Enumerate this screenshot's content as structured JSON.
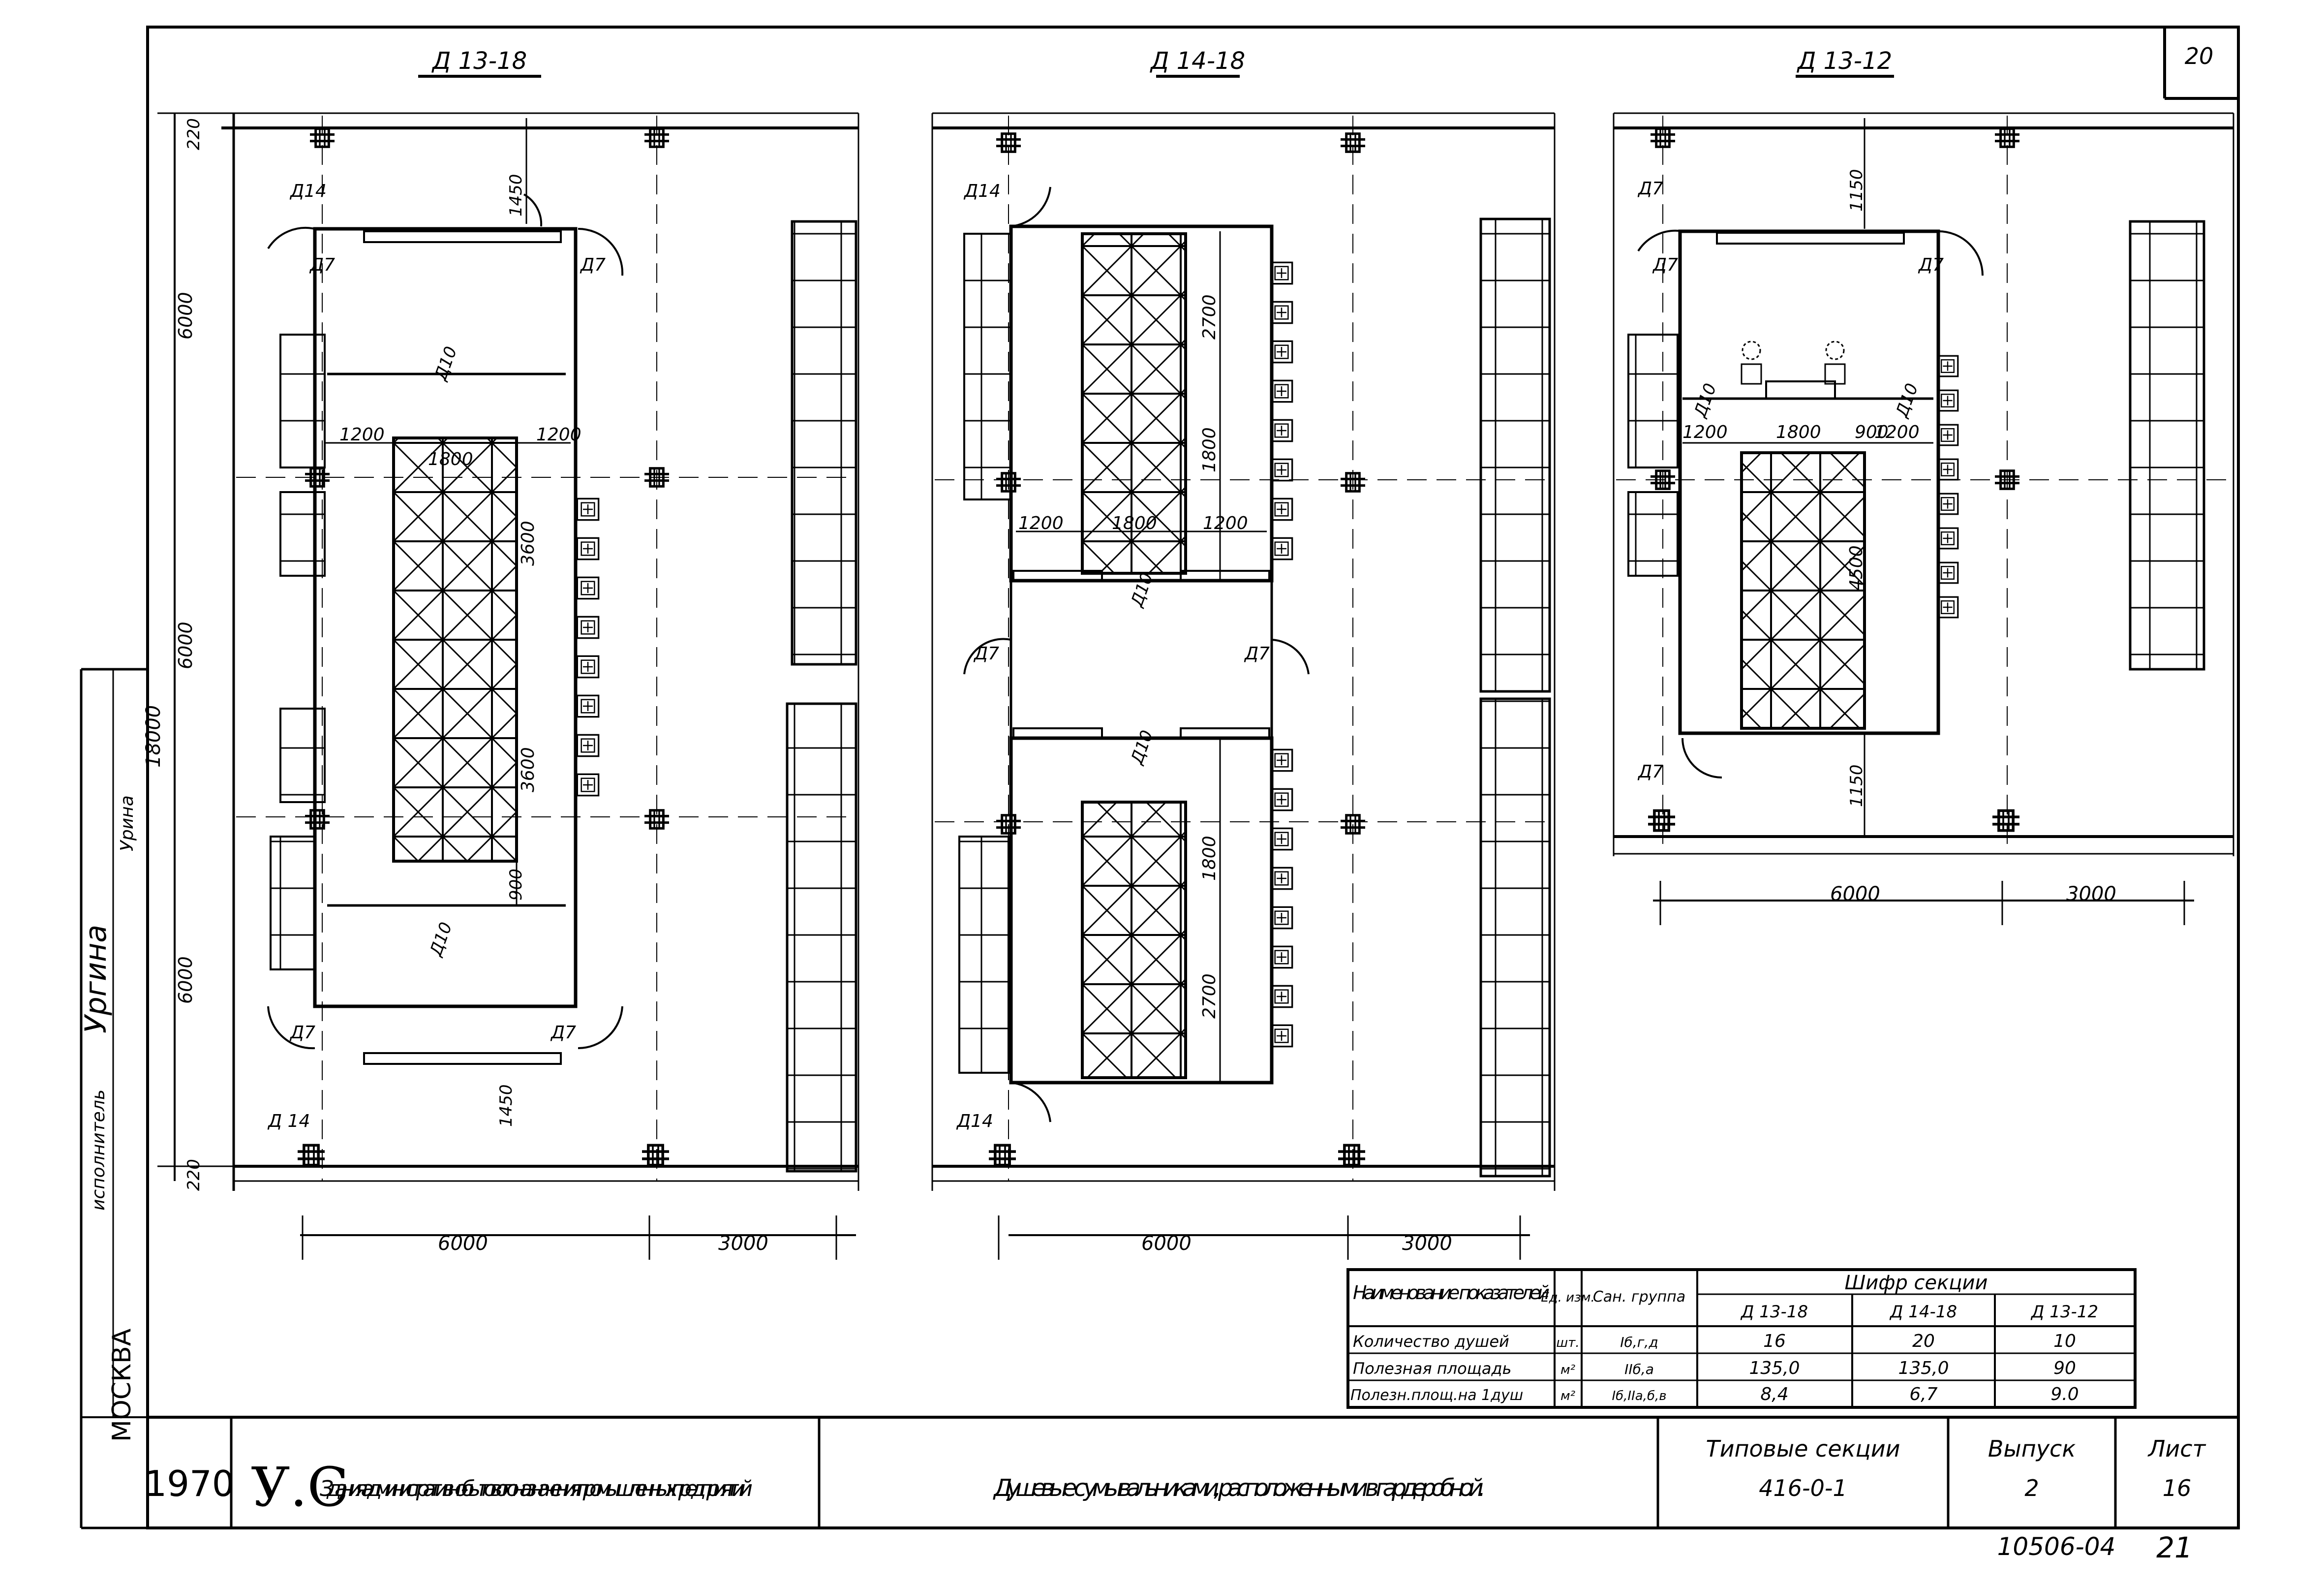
{
  "sheet_number": "20",
  "plans": [
    {
      "title": "Д 13-18",
      "dims": {
        "d220_top": "220",
        "d1450_top": "1450",
        "d6000_1": "6000",
        "d6000_2": "6000",
        "d18000": "18000",
        "d6000_3": "6000",
        "d1450_bot": "1450",
        "d220_bot": "220",
        "d1200_l": "1200",
        "d1800": "1800",
        "d1200_r": "1200",
        "d3600_1": "3600",
        "d3600_2": "3600",
        "d900": "900",
        "d6000_b": "6000",
        "d3000_b": "3000"
      },
      "doors": {
        "d14_top": "Д14",
        "d7_tl": "Д7",
        "d7_tr": "Д7",
        "d10_top": "Д10",
        "d10_bot": "Д10",
        "d7_bl": "Д7",
        "d7_br": "Д7",
        "d14_bot": "Д 14"
      }
    },
    {
      "title": "Д 14-18",
      "dims": {
        "d2700_1": "2700",
        "d1800_1": "1800",
        "d1200_l": "1200",
        "d1800_m": "1800",
        "d1200_r": "1200",
        "d1800_2": "1800",
        "d2700_2": "2700",
        "d6000_b": "6000",
        "d3000_b": "3000"
      },
      "doors": {
        "d14_top": "Д14",
        "d10_1": "Д10",
        "d7_l": "Д7",
        "d7_r": "Д7",
        "d10_2": "Д10",
        "d14_bot": "Д14"
      }
    },
    {
      "title": "Д 13-12",
      "dims": {
        "d1150_top": "1150",
        "d1200_l": "1200",
        "d1800": "1800",
        "d900": "900",
        "d1200_r": "1200",
        "d4500": "4500",
        "d1150_bot": "1150",
        "d6000_b": "6000",
        "d3000_b": "3000"
      },
      "doors": {
        "d7_top": "Д7",
        "d7_tl": "Д7",
        "d7_tr": "Д7",
        "d10_l": "Д10",
        "d10_r": "Д10",
        "d7_bot": "Д7"
      }
    }
  ],
  "table": {
    "header": {
      "name": "Наименование показателей",
      "unit": "Ед. изм.",
      "group": "Сан. группа",
      "cipher": "Шифр секции",
      "cols": [
        "Д 13-18",
        "Д 14-18",
        "Д 13-12"
      ]
    },
    "rows": [
      {
        "name": "Количество душей",
        "unit": "шт.",
        "group": "Iб,г,д",
        "values": [
          "16",
          "20",
          "10"
        ]
      },
      {
        "name": "Полезная площадь",
        "unit": "м²",
        "group": "IIб,а",
        "values": [
          "135,0",
          "135,0",
          "90"
        ]
      },
      {
        "name": "Полезн.площ.на 1душ",
        "unit": "м²",
        "group": "Iб,IIа,б,в",
        "values": [
          "8,4",
          "6,7",
          "9.0"
        ]
      }
    ]
  },
  "side_stamp": {
    "performer_label": "исполнитель",
    "signature": "Ургина",
    "name": "Урина",
    "city": "МОСКВА"
  },
  "title_block": {
    "year": "1970",
    "logo": "У.С",
    "subject": "Здания административно-бытового назначения промышленных предприятий",
    "drawing_title": "Душевые с умывальниками, расположенными в гардеробной.",
    "series_label": "Типовые секции",
    "series_code": "416-0-1",
    "issue_label": "Выпуск",
    "issue_value": "2",
    "sheet_label": "Лист",
    "sheet_value": "16"
  },
  "bottom_code": "10506-04",
  "bottom_page": "21"
}
